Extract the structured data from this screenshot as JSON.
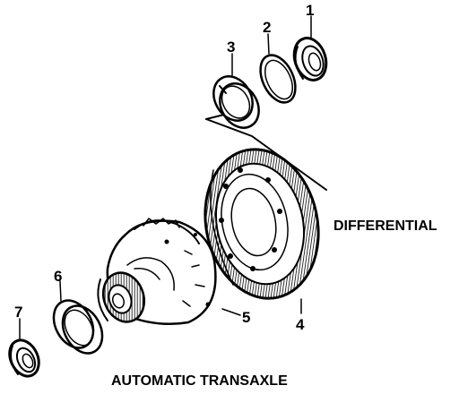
{
  "diagram": {
    "label_differential": "DIFFERENTIAL",
    "label_transaxle": "AUTOMATIC TRANSAXLE",
    "callouts": [
      {
        "id": "1",
        "text": "1"
      },
      {
        "id": "2",
        "text": "2"
      },
      {
        "id": "3",
        "text": "3"
      },
      {
        "id": "4",
        "text": "4"
      },
      {
        "id": "5",
        "text": "5"
      },
      {
        "id": "6",
        "text": "6"
      },
      {
        "id": "7",
        "text": "7"
      }
    ]
  },
  "colors": {
    "ink": "#000000",
    "background": "#ffffff"
  }
}
